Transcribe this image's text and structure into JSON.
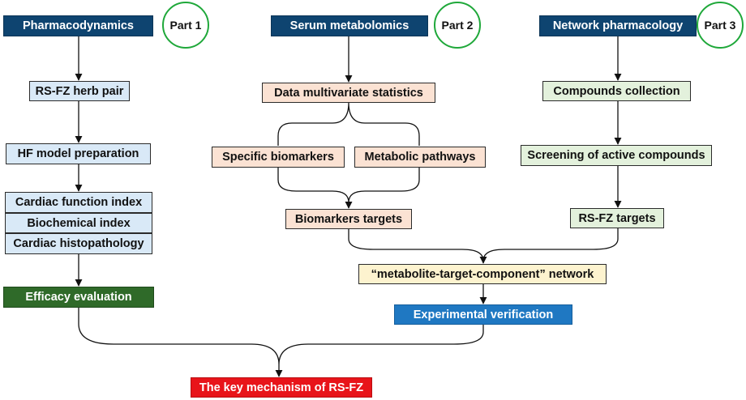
{
  "parts": {
    "part1": "Part 1",
    "part2": "Part 2",
    "part3": "Part 3"
  },
  "column1": {
    "header": "Pharmacodynamics",
    "herb_pair": "RS-FZ herb pair",
    "model_prep": "HF model preparation",
    "cardiac_function": "Cardiac function index",
    "biochemical": "Biochemical index",
    "histopathology": "Cardiac histopathology",
    "efficacy": "Efficacy evaluation"
  },
  "column2": {
    "header": "Serum metabolomics",
    "statistics": "Data multivariate statistics",
    "biomarkers": "Specific biomarkers",
    "pathways": "Metabolic pathways",
    "biomarker_targets": "Biomarkers targets"
  },
  "column3": {
    "header": "Network pharmacology",
    "compounds": "Compounds collection",
    "screening": "Screening of active compounds",
    "targets": "RS-FZ targets"
  },
  "merge": {
    "network": "“metabolite-target-component” network",
    "verification": "Experimental verification",
    "mechanism": "The key mechanism of RS-FZ"
  },
  "colors": {
    "header_dark_blue": "#0e4470",
    "light_blue": "#d9e9f7",
    "peach": "#fbe2d3",
    "light_green": "#e3f1dc",
    "cream": "#fdf3cf",
    "efficacy_green": "#2f6a29",
    "verification_blue": "#1f78c2",
    "mechanism_red": "#e8141a",
    "part_circle_green": "#1fa83a"
  }
}
